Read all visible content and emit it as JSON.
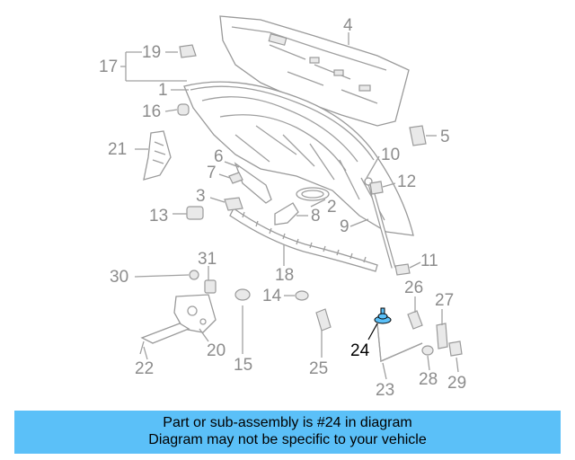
{
  "diagram": {
    "callouts": {
      "c1": "1",
      "c2": "2",
      "c3": "3",
      "c4": "4",
      "c5": "5",
      "c6": "6",
      "c7": "7",
      "c8": "8",
      "c9": "9",
      "c10": "10",
      "c11": "11",
      "c12": "12",
      "c13": "13",
      "c14": "14",
      "c15": "15",
      "c16": "16",
      "c17": "17",
      "c18": "18",
      "c19": "19",
      "c20": "20",
      "c21": "21",
      "c22": "22",
      "c23": "23",
      "c24": "24",
      "c25": "25",
      "c26": "26",
      "c27": "27",
      "c28": "28",
      "c29": "29",
      "c30": "30",
      "c31": "31"
    },
    "highlight_color": "#5bc0f8",
    "part_color": "#8c8c8c"
  },
  "banner": {
    "line1": "Part or sub-assembly is #24 in diagram",
    "line2": "Diagram may not be specific to your vehicle",
    "color": "#5bc0f8"
  }
}
